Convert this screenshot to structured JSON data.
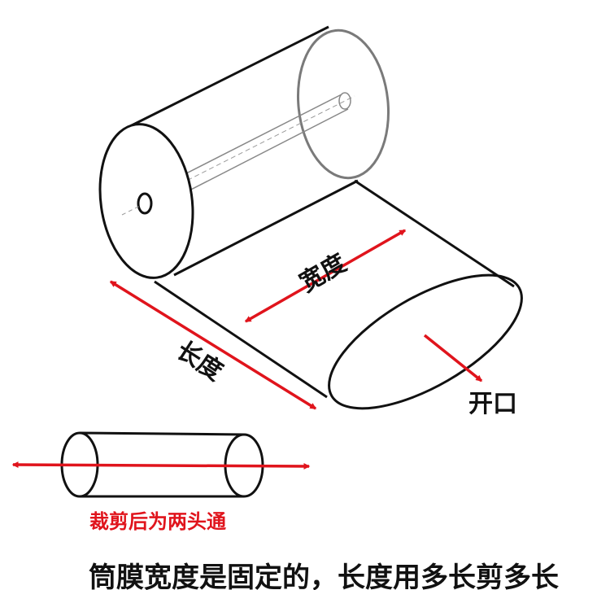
{
  "labels": {
    "width": "宽度",
    "length": "长度",
    "opening": "开口",
    "cut_note": "裁剪后为两头通",
    "caption": "筒膜宽度是固定的，长度用多长剪多长"
  },
  "colors": {
    "outline": "#111111",
    "arrow": "#e0141c",
    "core": "#888888",
    "background": "#ffffff"
  }
}
